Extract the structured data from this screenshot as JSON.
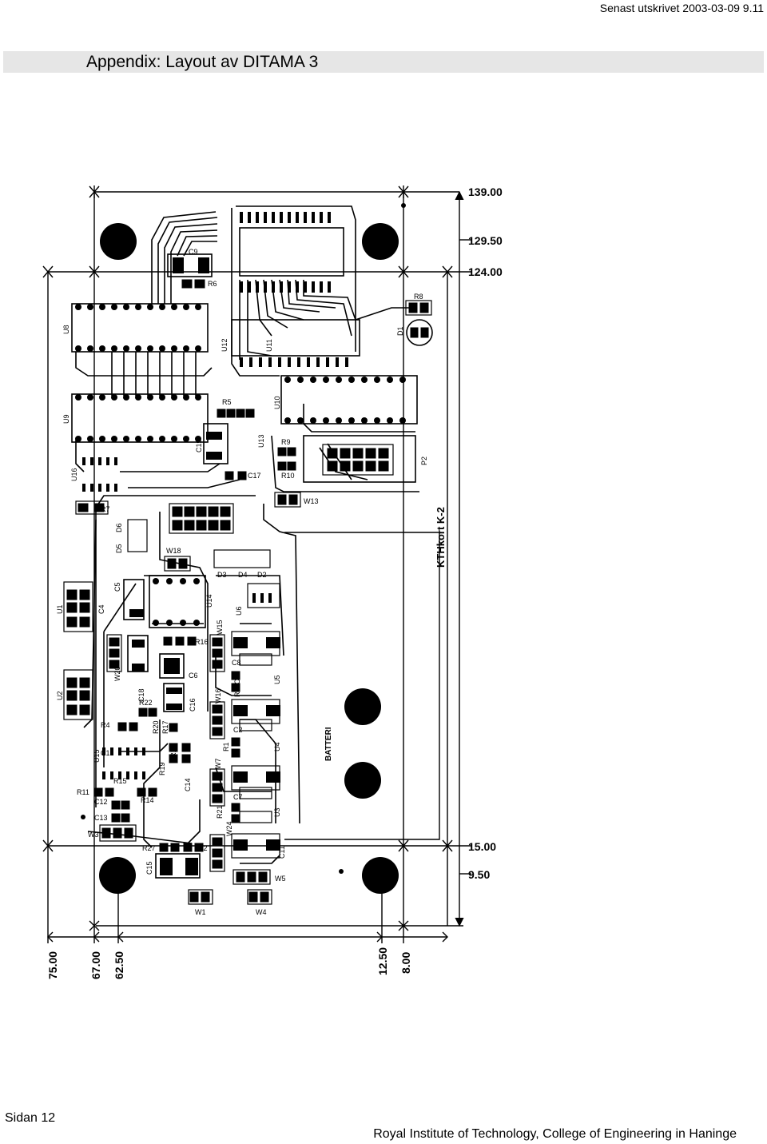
{
  "header": {
    "print_stamp": "Senast utskrivet 2003-03-09 9.11",
    "title": "Appendix: Layout av DITAMA 3"
  },
  "layout": {
    "dims_right": [
      "139.00",
      "129.50",
      "124.00",
      "15.00",
      "9.50"
    ],
    "dims_bottom": [
      "75.00",
      "67.00",
      "62.50",
      "12.50",
      "8.00"
    ],
    "board_label": "KTHkort K-2",
    "battery_label": "BATTERI",
    "refs": {
      "u8": "U8",
      "u9": "U9",
      "u16": "U16",
      "u1": "U1",
      "u2": "U2",
      "u15": "U15",
      "u12": "U12",
      "u11": "U11",
      "u10": "U10",
      "u13": "U13",
      "u14": "U14",
      "u6": "U6",
      "u5": "U5",
      "u4": "U4",
      "u3": "U3",
      "c9": "C9",
      "c19": "C19",
      "c17": "C17",
      "c5": "C5",
      "c4": "C4",
      "c6": "C6",
      "c18": "C18",
      "c16": "C16",
      "c8": "C8",
      "c3": "C3",
      "c2": "C2",
      "c7": "C7",
      "c11": "C11",
      "c15": "C15",
      "c14": "C14",
      "c12": "C12",
      "c13": "C13",
      "c1": "C1",
      "r8": "R8",
      "r9": "R9",
      "r10": "R10",
      "r7": "R7",
      "r5": "R5",
      "r6": "R6",
      "r22": "R22",
      "r20": "R20",
      "r17": "R17",
      "r18": "R18",
      "r19": "R19",
      "r15": "R15",
      "r16": "R16",
      "r14": "R14",
      "r11": "R11",
      "r27": "R27",
      "r2": "R2",
      "r21": "R21",
      "r1": "R1",
      "r3": "R3",
      "r4": "R4",
      "d1": "D1",
      "d5": "D5",
      "d6": "D6",
      "d3": "D3",
      "d4": "D4",
      "d2": "D2",
      "p2": "P2",
      "w13": "W13",
      "w18": "W18",
      "w20": "W20",
      "w15": "W15",
      "w16": "W16",
      "w7": "W7",
      "w24": "W24",
      "w5": "W5",
      "w4": "W4",
      "w1": "W1",
      "w3": "W3"
    }
  },
  "footer": {
    "page": "Sidan 12",
    "institution": "Royal Institute of Technology, College of Engineering in Haninge"
  }
}
